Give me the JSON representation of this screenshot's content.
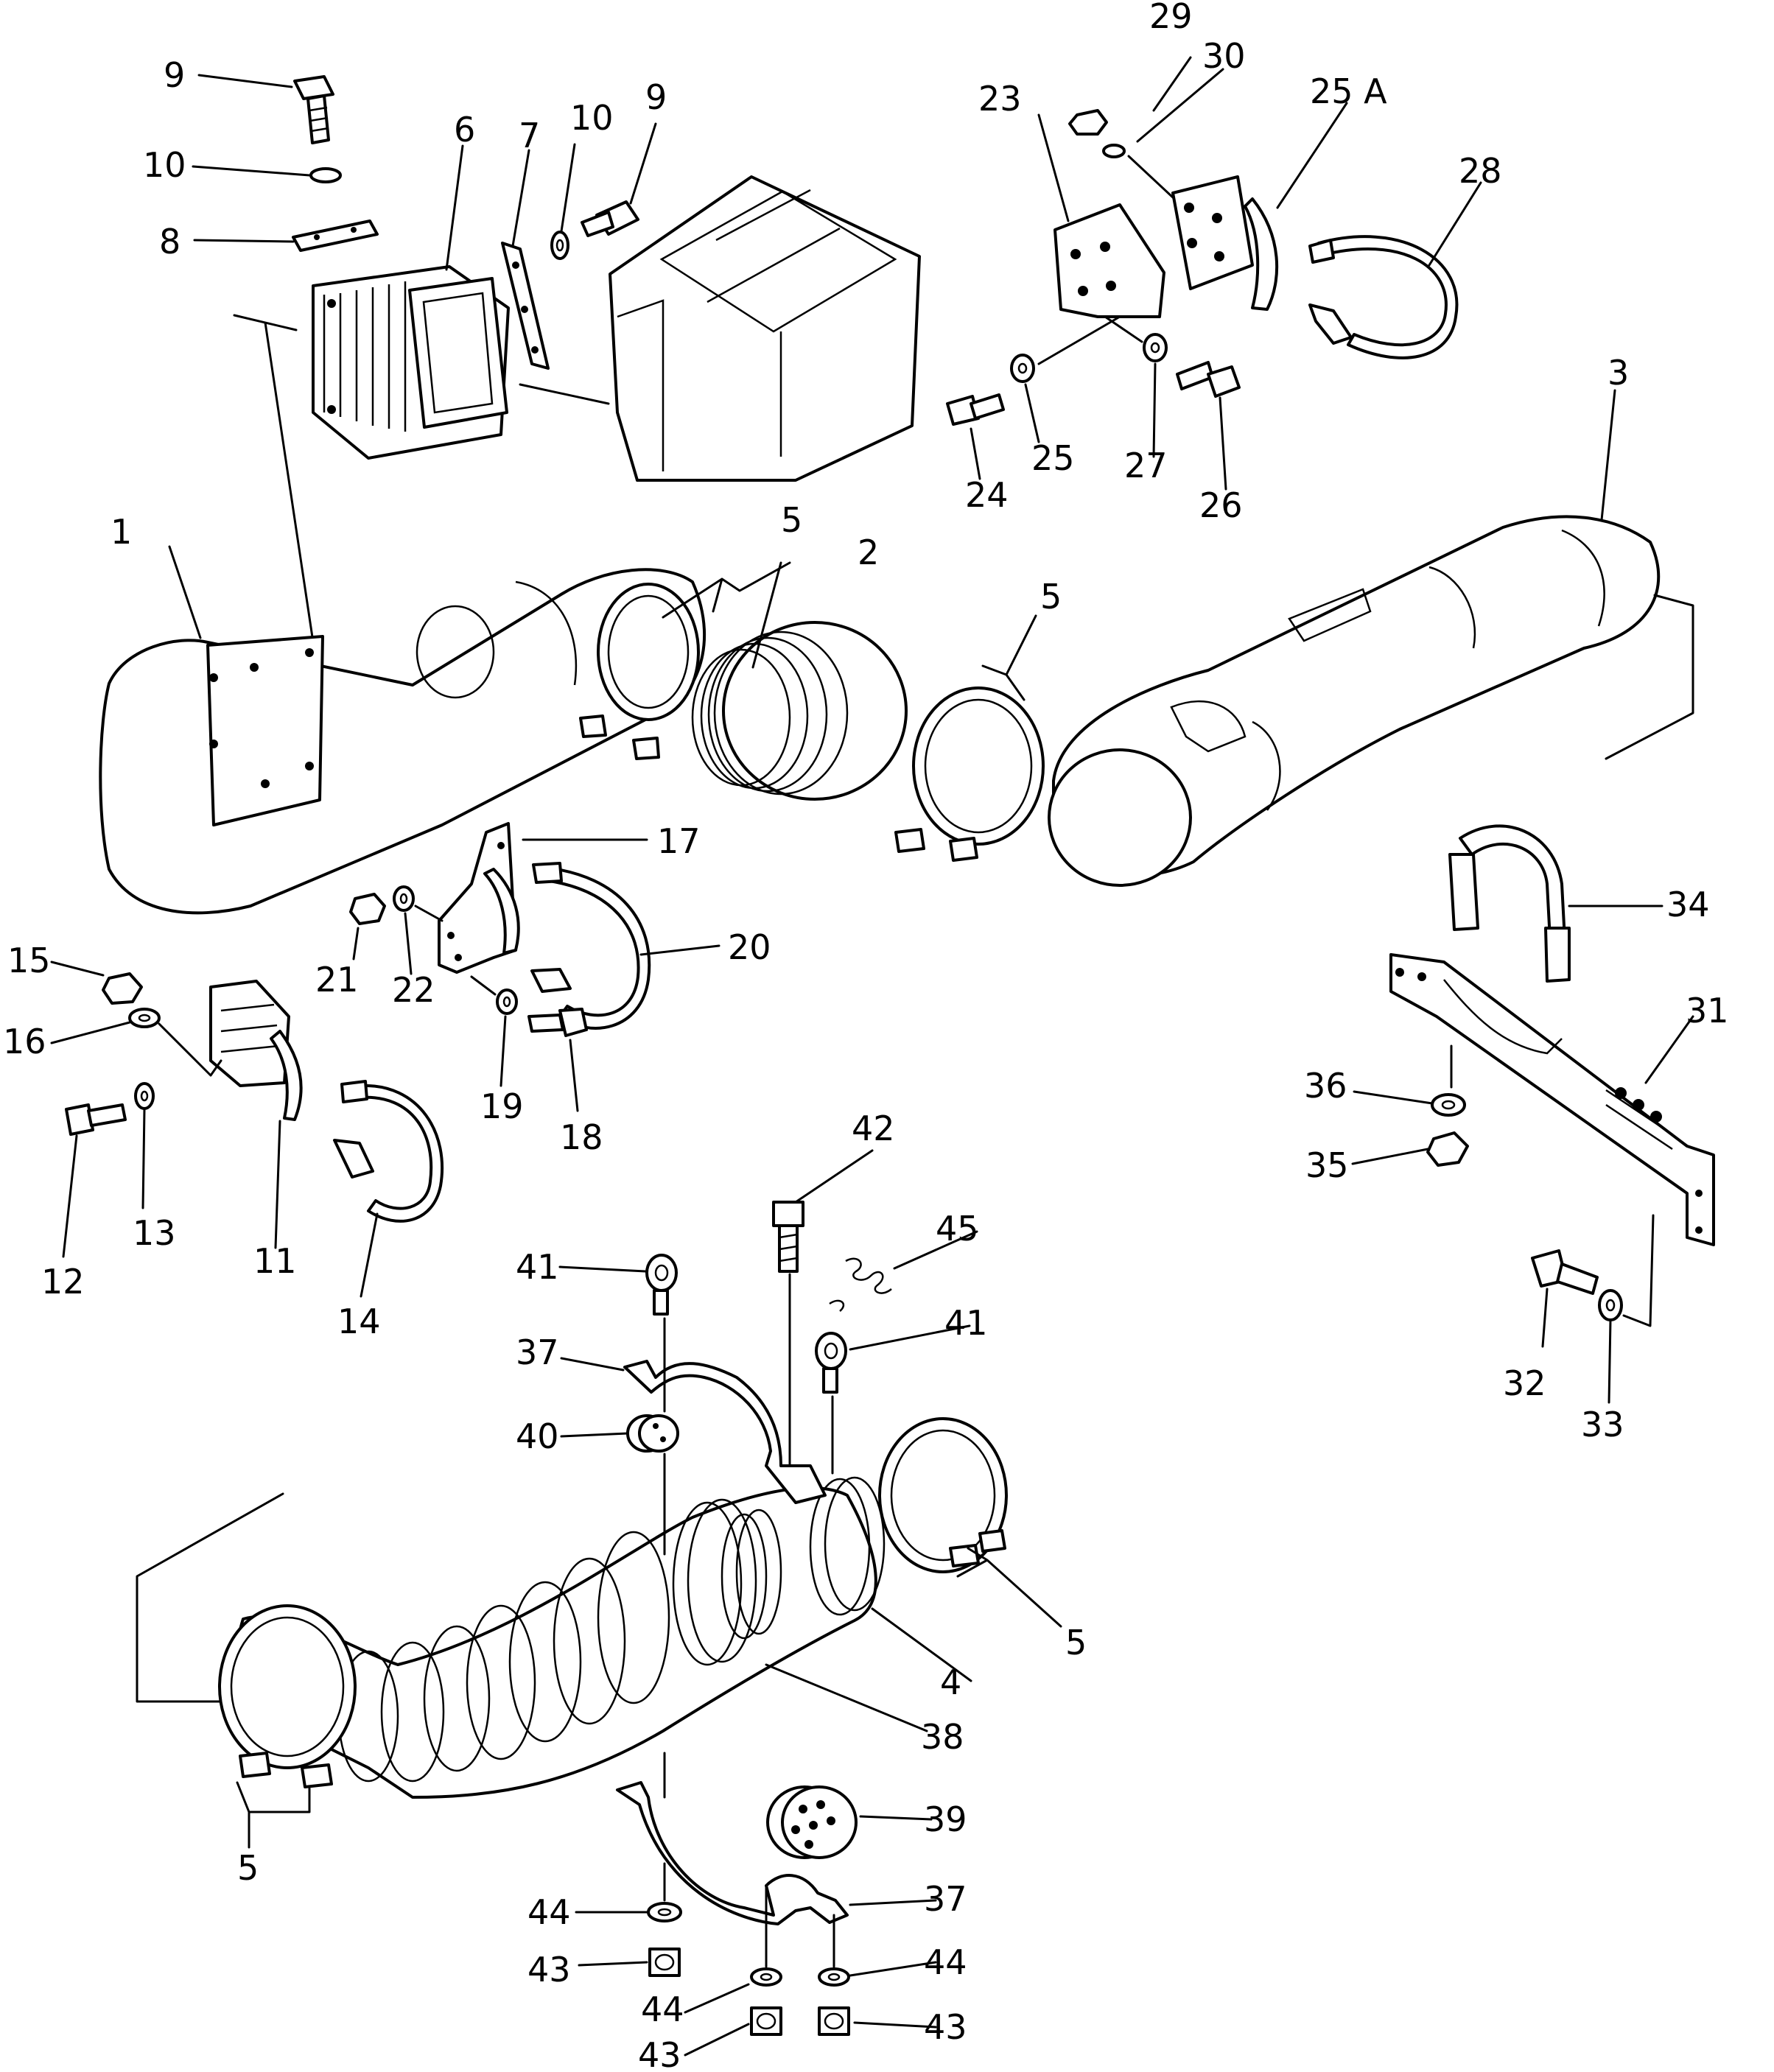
{
  "labels": {
    "l1": "1",
    "l2": "2",
    "l3": "3",
    "l4": "4",
    "l5a": "5",
    "l5b": "5",
    "l5c": "5",
    "l5d": "5",
    "l6": "6",
    "l7": "7",
    "l8": "8",
    "l9a": "9",
    "l9b": "9",
    "l10a": "10",
    "l10b": "10",
    "l11": "11",
    "l12": "12",
    "l13": "13",
    "l14": "14",
    "l15": "15",
    "l16": "16",
    "l17": "17",
    "l18": "18",
    "l19": "19",
    "l20": "20",
    "l21": "21",
    "l22": "22",
    "l23": "23",
    "l24": "24",
    "l25": "25",
    "l25a": "25 A",
    "l26": "26",
    "l27": "27",
    "l28": "28",
    "l29": "29",
    "l30": "30",
    "l31": "31",
    "l32": "32",
    "l33": "33",
    "l34": "34",
    "l35": "35",
    "l36": "36",
    "l37a": "37",
    "l37b": "37",
    "l38": "38",
    "l39": "39",
    "l40": "40",
    "l41a": "41",
    "l41b": "41",
    "l42": "42",
    "l43a": "43",
    "l43b": "43",
    "l43c": "43",
    "l44a": "44",
    "l44b": "44",
    "l44c": "44",
    "l45": "45"
  }
}
